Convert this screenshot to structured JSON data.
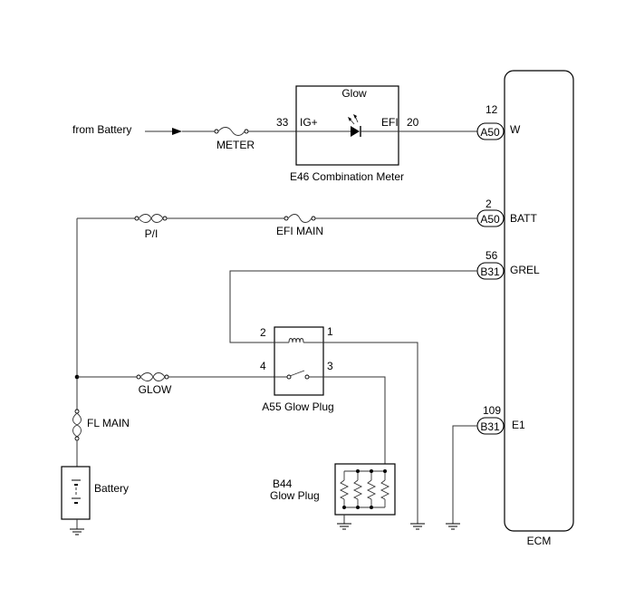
{
  "source": {
    "label": "from Battery"
  },
  "fuses": {
    "meter": "METER",
    "pi": "P/I",
    "efi_main": "EFI MAIN",
    "glow": "GLOW",
    "fl_main": "FL MAIN"
  },
  "meter": {
    "indicator": "Glow",
    "pin_left_num": "33",
    "pin_left_name": "IG+",
    "pin_right_name": "EFI",
    "pin_right_num": "20",
    "label": "E46 Combination Meter"
  },
  "ecm": {
    "label": "ECM",
    "pins": [
      {
        "num": "12",
        "conn": "A50",
        "name": "W"
      },
      {
        "num": "2",
        "conn": "A50",
        "name": "BATT"
      },
      {
        "num": "56",
        "conn": "B31",
        "name": "GREL"
      },
      {
        "num": "109",
        "conn": "B31",
        "name": "E1"
      }
    ]
  },
  "relay": {
    "label": "A55 Glow Plug",
    "pin2": "2",
    "pin1": "1",
    "pin4": "4",
    "pin3": "3"
  },
  "glow_plug": {
    "code": "B44",
    "name": "Glow Plug"
  },
  "battery": {
    "label": "Battery"
  }
}
